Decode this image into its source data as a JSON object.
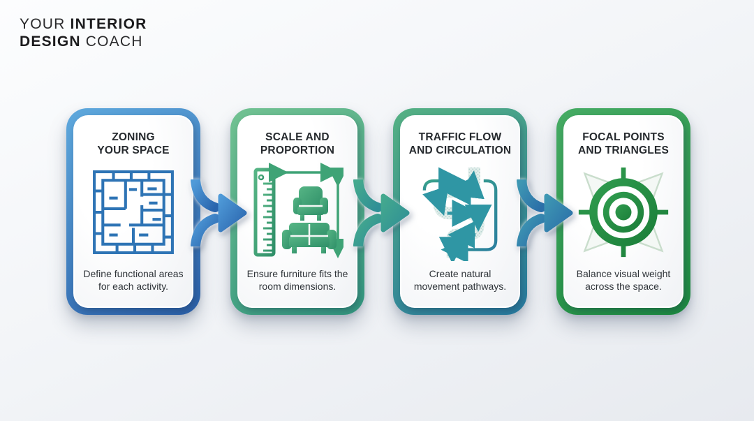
{
  "logo": {
    "line1_regular": "YOUR",
    "line1_bold": "INTERIOR",
    "line2_bold": "DESIGN",
    "line2_regular": "COACH"
  },
  "cards": [
    {
      "title_line1": "ZONING",
      "title_line2": "YOUR SPACE",
      "description": "Define functional areas for each activity.",
      "icon": "floor-plan-icon",
      "accent_from": "#5fa9dd",
      "accent_to": "#2a5fa8",
      "icon_color": "#2e74b5"
    },
    {
      "title_line1": "SCALE AND",
      "title_line2": "PROPORTION",
      "description": "Ensure furniture fits the room dimensions.",
      "icon": "ruler-furniture-icon",
      "accent_from": "#72c292",
      "accent_to": "#32967e",
      "icon_color": "#3fa376"
    },
    {
      "title_line1": "TRAFFIC FLOW",
      "title_line2": "AND CIRCULATION",
      "description": "Create natural movement pathways.",
      "icon": "traffic-flow-icon",
      "accent_from": "#55b183",
      "accent_to": "#27799f",
      "icon_color": "#2f96a4"
    },
    {
      "title_line1": "FOCAL POINTS",
      "title_line2": "AND TRIANGLES",
      "description": "Balance visual weight across the space.",
      "icon": "target-icon",
      "accent_from": "#46ab64",
      "accent_to": "#1c8a3e",
      "icon_color": "#218b43"
    }
  ],
  "arrows": [
    {
      "icon": "arrow-right-icon",
      "color_from": "#4f9ad8",
      "color_to": "#2a65ad"
    },
    {
      "icon": "arrow-right-icon",
      "color_from": "#44a98e",
      "color_to": "#2f8f96"
    },
    {
      "icon": "arrow-right-icon",
      "color_from": "#3e97b3",
      "color_to": "#2b6fa8"
    }
  ]
}
